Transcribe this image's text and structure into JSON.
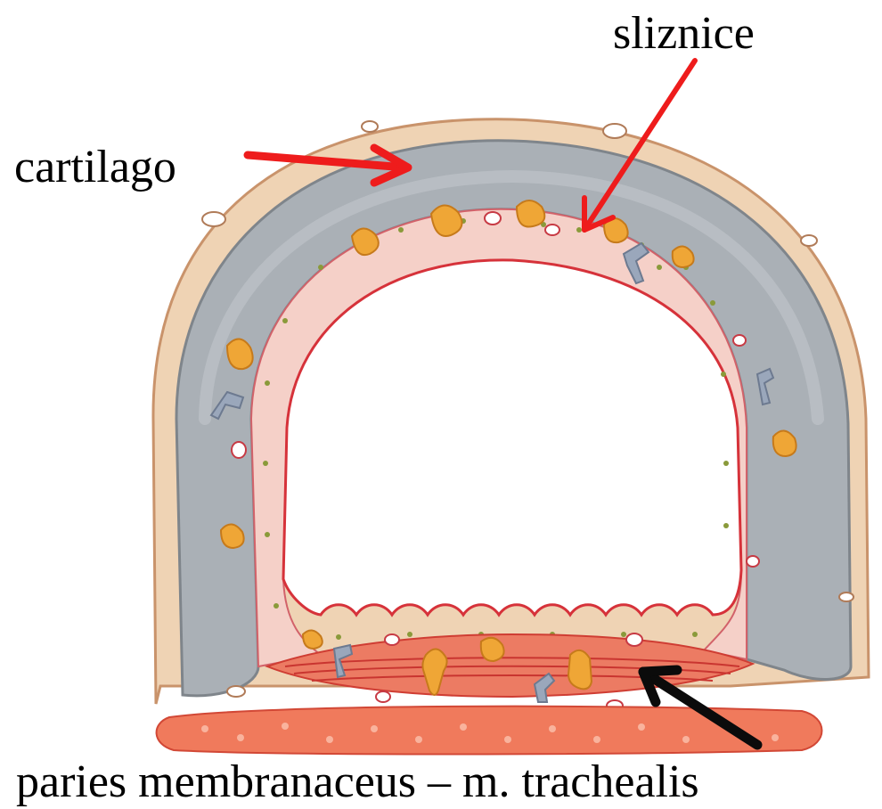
{
  "labels": {
    "mucosa": "sliznice",
    "cartilage": "cartilago",
    "membranous_wall": "paries membranaceus – m. trachealis"
  },
  "colors": {
    "annotation_arrow_red": "#ee1c1c",
    "annotation_arrow_black": "#0b0b0b",
    "cartilage_gray": "#a9aeb4",
    "adventitia_tan": "#e8c3a0",
    "mucosa_pink": "#f6d2cc",
    "epithelium_red": "#d9434a",
    "gland_orange": "#efa636",
    "muscle_red": "#e8503f"
  },
  "icons": {
    "red_arrow": "arrow-icon",
    "black_arrow": "arrow-icon"
  }
}
